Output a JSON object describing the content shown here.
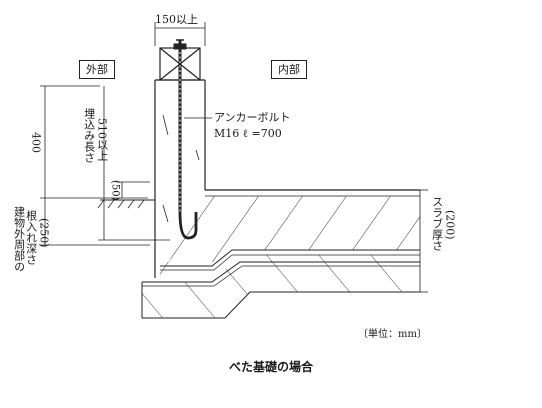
{
  "labels": {
    "exterior": "外部",
    "interior": "内部",
    "width_dim": "150以上",
    "anchor_title": "アンカーボルト",
    "anchor_spec": "M16  ℓ =700",
    "dim_400": "400",
    "embed_length": "埋込み長さ",
    "embed_value": "510以上",
    "dim_50": "(50)",
    "perimeter_depth_a": "建物外周部の",
    "perimeter_depth_b": "根入れ深さ",
    "dim_250": "(250)",
    "slab_thickness": "スラブ厚さ",
    "dim_200": "(200)",
    "unit": "〔単位：mm〕",
    "caption": "べた基礎の場合"
  },
  "colors": {
    "line": "#222222",
    "hatch": "#333333"
  }
}
